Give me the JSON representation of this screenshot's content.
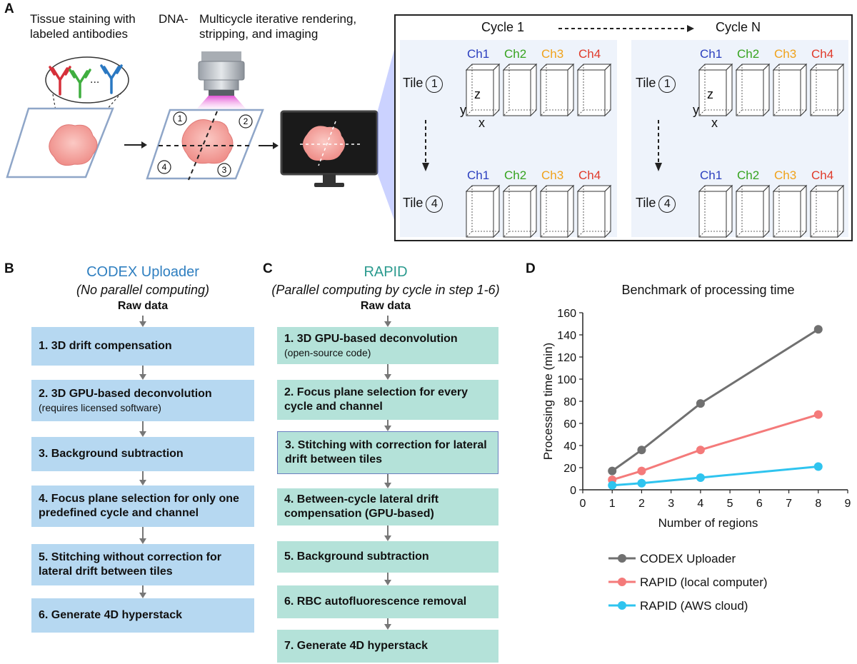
{
  "panels": {
    "a": "A",
    "b": "B",
    "c": "C",
    "d": "D"
  },
  "panel_a": {
    "step1_text_line1": "Tissue staining with",
    "step1_text_line2": "labeled antibodies",
    "step2_text_prefix": "DNA-",
    "step2_text_line1": "Multicycle iterative rendering,",
    "step2_text_line2": "stripping, and imaging",
    "ellipsis": "...",
    "slide_tiles": [
      "1",
      "2",
      "3",
      "4"
    ],
    "cycle_first": "Cycle 1",
    "cycle_last": "Cycle N",
    "channels": [
      "Ch1",
      "Ch2",
      "Ch3",
      "Ch4"
    ],
    "tile_label": "Tile",
    "tile_first": "1",
    "tile_last": "4",
    "axis_z": "z",
    "axis_y": "y",
    "axis_x": "x"
  },
  "panel_b": {
    "title": "CODEX Uploader",
    "subtitle": "(No parallel computing)",
    "raw": "Raw data",
    "steps": [
      {
        "text": "1.  3D drift compensation",
        "note": ""
      },
      {
        "text": "2. 3D GPU-based deconvolution",
        "note": "(requires licensed software)"
      },
      {
        "text": "3. Background subtraction",
        "note": ""
      },
      {
        "text": "4. Focus plane selection for only one predefined cycle and channel",
        "note": ""
      },
      {
        "text": "5. Stitching without correction for lateral drift between tiles",
        "note": ""
      },
      {
        "text": "6. Generate 4D hyperstack",
        "note": ""
      }
    ]
  },
  "panel_c": {
    "title": "RAPID",
    "subtitle": "(Parallel computing by cycle in step 1-6)",
    "raw": "Raw data",
    "steps": [
      {
        "text": "1. 3D GPU-based deconvolution",
        "note": "(open-source code)"
      },
      {
        "text": "2. Focus plane selection for every cycle and channel",
        "note": ""
      },
      {
        "text": "3. Stitching with correction for lateral drift between tiles",
        "note": ""
      },
      {
        "text": "4. Between-cycle lateral drift compensation (GPU-based)",
        "note": ""
      },
      {
        "text": "5. Background subtraction",
        "note": ""
      },
      {
        "text": "6. RBC autofluorescence removal",
        "note": ""
      },
      {
        "text": "7. Generate 4D hyperstack",
        "note": ""
      }
    ]
  },
  "colors": {
    "box_b": "#b6d8f1",
    "box_c": "#b4e2d9",
    "codex": "#707070",
    "rapid_local": "#f47a7a",
    "rapid_aws": "#2fc4ef"
  },
  "chart_data": {
    "type": "line",
    "title": "Benchmark of processing time",
    "xlabel": "Number of regions",
    "ylabel": "Processing time (min)",
    "xlim": [
      0,
      9
    ],
    "ylim": [
      0,
      160
    ],
    "xticks": [
      0,
      1,
      2,
      3,
      4,
      5,
      6,
      7,
      8,
      9
    ],
    "yticks": [
      0,
      20,
      40,
      60,
      80,
      100,
      120,
      140,
      160
    ],
    "x": [
      1,
      2,
      4,
      8
    ],
    "series": [
      {
        "name": "CODEX Uploader",
        "values": [
          17,
          36,
          78,
          145
        ],
        "color": "#707070"
      },
      {
        "name": "RAPID (local computer)",
        "values": [
          9,
          17,
          36,
          68
        ],
        "color": "#f47a7a"
      },
      {
        "name": "RAPID (AWS cloud)",
        "values": [
          4,
          6,
          11,
          21
        ],
        "color": "#2fc4ef"
      }
    ],
    "grid": false,
    "legend_position": "bottom"
  }
}
